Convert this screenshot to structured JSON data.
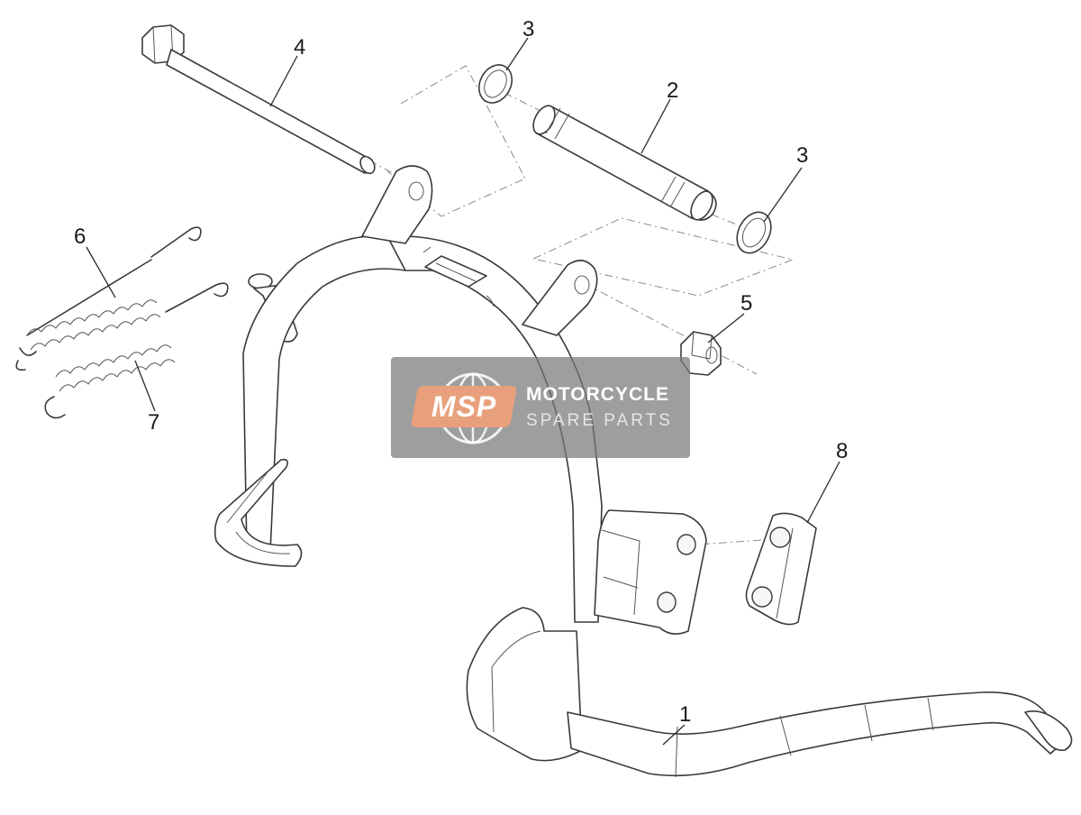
{
  "callouts": [
    {
      "id": "c1",
      "label": "1"
    },
    {
      "id": "c2",
      "label": "2"
    },
    {
      "id": "c3a",
      "label": "3"
    },
    {
      "id": "c3b",
      "label": "3"
    },
    {
      "id": "c4",
      "label": "4"
    },
    {
      "id": "c5",
      "label": "5"
    },
    {
      "id": "c6",
      "label": "6"
    },
    {
      "id": "c7",
      "label": "7"
    },
    {
      "id": "c8",
      "label": "8"
    }
  ],
  "watermark": {
    "badge_text": "MSP",
    "line1": "MOTORCYCLE",
    "line2": "SPARE PARTS"
  },
  "colors": {
    "line": "#3a3a3a",
    "watermark_bg": "#787878",
    "badge": "#e8a07c"
  }
}
